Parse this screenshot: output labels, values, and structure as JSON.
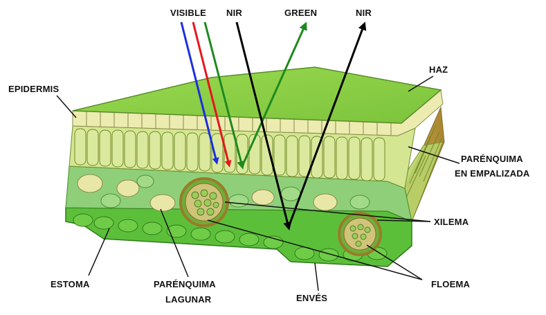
{
  "labels": {
    "visible": "VISIBLE",
    "nir_in": "NIR",
    "green": "GREEN",
    "nir_out": "NIR",
    "haz": "HAZ",
    "epidermis": "EPIDERMIS",
    "parenquima_empalizada_1": "PARÉNQUIMA",
    "parenquima_empalizada_2": "EN EMPALIZADA",
    "xilema": "XILEMA",
    "floema": "FLOEMA",
    "estoma": "ESTOMA",
    "parenquima_lagunar_1": "PARÉNQUIMA",
    "parenquima_lagunar_2": "LAGUNAR",
    "enves": "ENVÉS"
  },
  "colors": {
    "blue_ray": "#1a2fe0",
    "red_ray": "#e8141c",
    "green_ray": "#1e8a1e",
    "nir_ray": "#000000",
    "leaf_top": "#8fd14a",
    "epidermis": "#ecebb0",
    "palisade": "#d4e692",
    "spongy": "#8fcf7a",
    "lower_epidermis": "#5cbf3a"
  }
}
